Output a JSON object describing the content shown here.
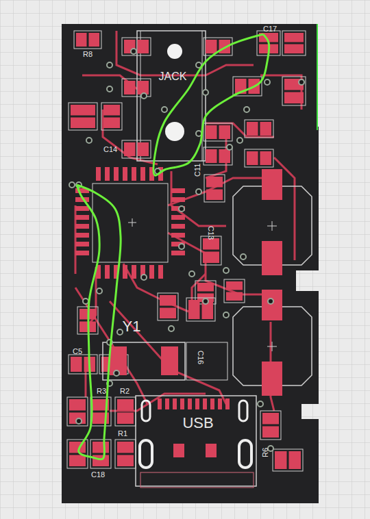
{
  "diagram": {
    "nodes": [
      {
        "text": [
          "JACK"
        ]
      },
      {
        "text": [
          "Y1"
        ]
      },
      {
        "text": [
          "USB"
        ]
      }
    ],
    "labels": [
      "R8",
      "C14",
      "C11",
      "C13",
      "R3",
      "R2",
      "R1",
      "C5",
      "C18",
      "R6",
      "C17",
      "C16"
    ]
  }
}
